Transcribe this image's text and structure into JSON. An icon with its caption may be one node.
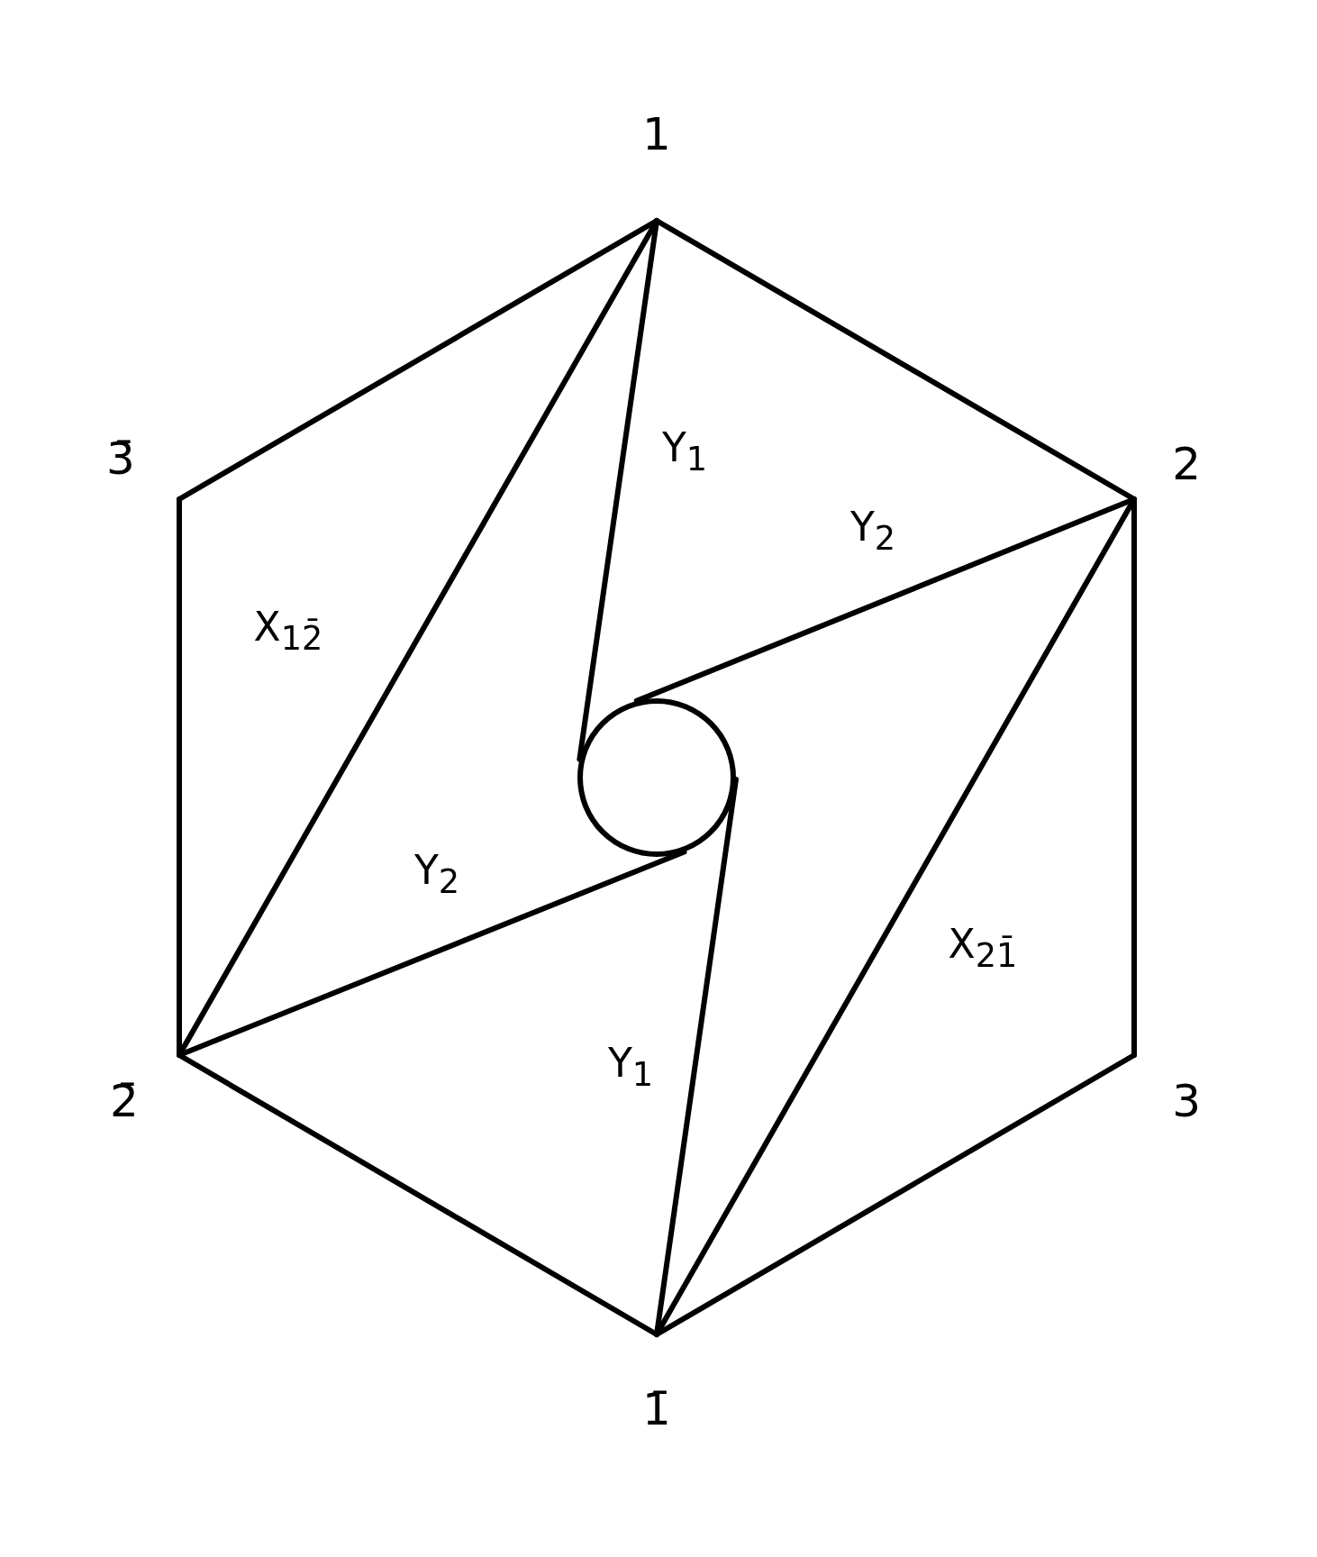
{
  "diagram": {
    "nodes": [
      {
        "text": [
          "1"
        ]
      },
      {
        "text": [
          "2"
        ]
      },
      {
        "text": [
          "3"
        ]
      },
      {
        "text": [
          "1̄"
        ]
      },
      {
        "text": [
          "2̄"
        ]
      },
      {
        "text": [
          "3̄"
        ]
      },
      {
        "text": [],
        "shape": "circle"
      }
    ],
    "edges": [
      {
        "from": 0,
        "to": 1,
        "arrow": "none"
      },
      {
        "from": 1,
        "to": 2,
        "arrow": "none"
      },
      {
        "from": 2,
        "to": 3,
        "arrow": "none"
      },
      {
        "from": 3,
        "to": 4,
        "arrow": "none"
      },
      {
        "from": 4,
        "to": 5,
        "arrow": "none"
      },
      {
        "from": 5,
        "to": 0,
        "arrow": "none"
      },
      {
        "from": 0,
        "to": 4,
        "arrow": "none"
      },
      {
        "from": 1,
        "to": 3,
        "arrow": "none"
      },
      {
        "from": 0,
        "to": 6,
        "arrow": "none"
      },
      {
        "from": 1,
        "to": 6,
        "arrow": "none"
      },
      {
        "from": 4,
        "to": 6,
        "arrow": "none"
      },
      {
        "from": 3,
        "to": 6,
        "arrow": "none"
      }
    ],
    "labels": [
      "Y$_{1}$",
      "Y$_{2}$",
      "X$_{12̄}$",
      "Y$_{2}$",
      "X$_{21̄}$",
      "Y$_{1}$"
    ]
  }
}
